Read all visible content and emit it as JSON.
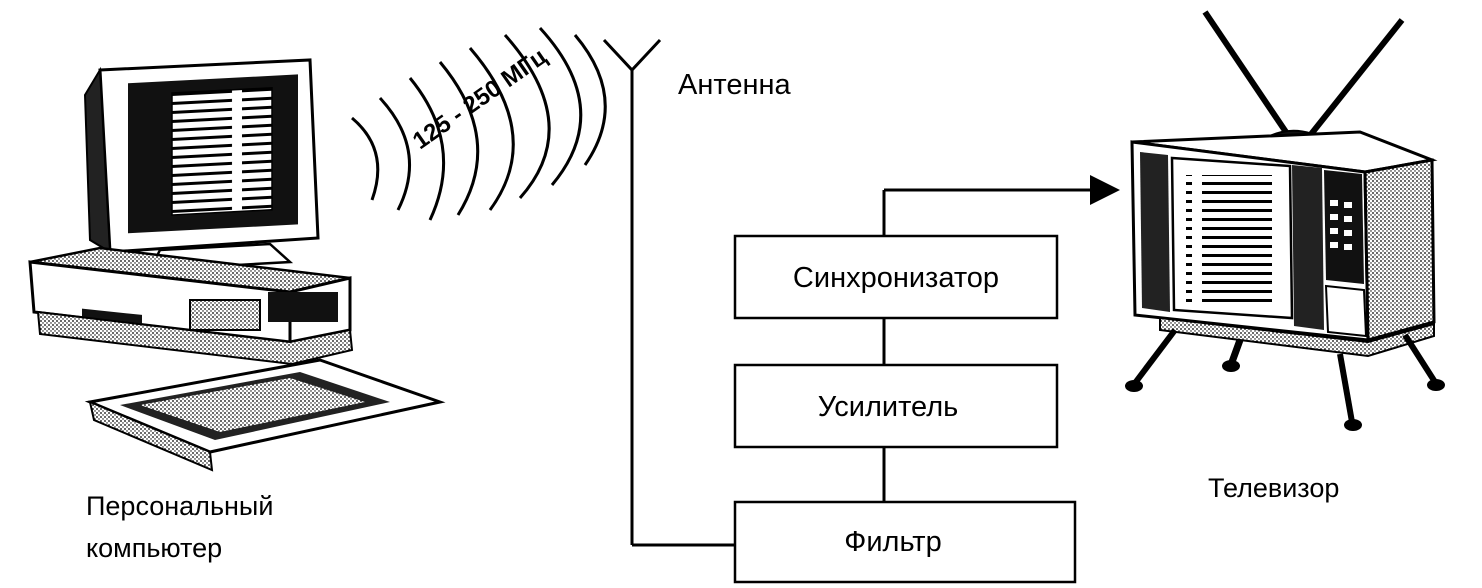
{
  "labels": {
    "antenna": "Антенна",
    "pc_line1": "Персональный",
    "pc_line2": "компьютер",
    "tv": "Телевизор",
    "frequency": "125 - 250 МГц"
  },
  "blocks": {
    "synchronizer": "Синхронизатор",
    "amplifier": "Усилитель",
    "filter": "Фильтр"
  }
}
